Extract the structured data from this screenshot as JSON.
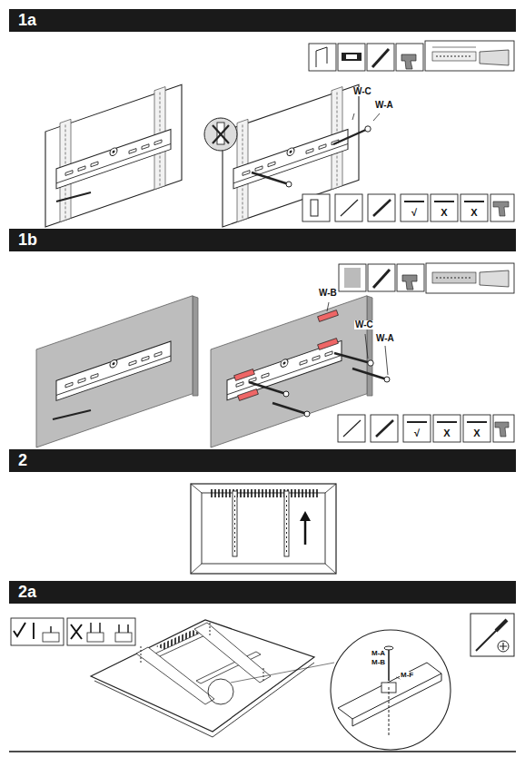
{
  "diagram": {
    "nodes": [
      {
        "text": [
          "1a"
        ]
      },
      {
        "text": [
          "1b"
        ]
      },
      {
        "text": [
          "2"
        ]
      },
      {
        "text": [
          "2a"
        ]
      }
    ],
    "edges": [],
    "labels": [
      "W-C",
      "W-A",
      "W-B",
      "W-C",
      "W-A",
      "√",
      "X",
      "X",
      "√",
      "X",
      "X",
      "M-A",
      "M-B",
      "M-F"
    ]
  }
}
